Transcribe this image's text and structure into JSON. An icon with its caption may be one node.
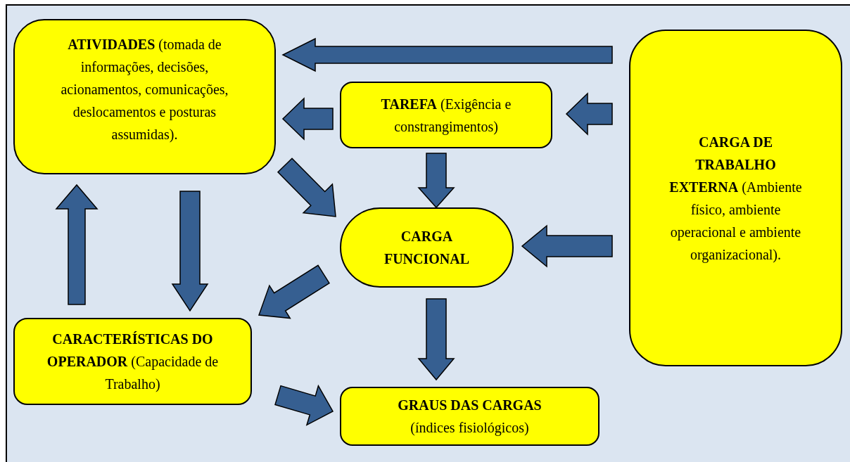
{
  "diagram": {
    "nodes": [
      {
        "text": [
          "**ATIVIDADES** (tomada de informações, decisões, acionamentos, comunicações, deslocamentos e posturas assumidas)."
        ]
      },
      {
        "text": [
          "**TAREFA** (Exigência e constrangimentos)"
        ]
      },
      {
        "text": [
          "**CARGA DE TRABALHO EXTERNA** (Ambiente físico, ambiente operacional e ambiente organizacional)."
        ]
      },
      {
        "text": [
          "CARGA FUNCIONAL"
        ]
      },
      {
        "text": [
          "**CARACTERÍSTICAS DO OPERADOR** (Capacidade de Trabalho)"
        ]
      },
      {
        "text": [
          "**GRAUS DAS CARGAS** (índices fisiológicos)"
        ]
      }
    ],
    "edges": [
      {
        "from": 2,
        "to": 0,
        "arrow": "to"
      },
      {
        "from": 2,
        "to": 1,
        "arrow": "to"
      },
      {
        "from": 1,
        "to": 0,
        "arrow": "to"
      },
      {
        "from": 0,
        "to": 3,
        "arrow": "to"
      },
      {
        "from": 1,
        "to": 3,
        "arrow": "to"
      },
      {
        "from": 2,
        "to": 3,
        "arrow": "to"
      },
      {
        "from": 0,
        "to": 4,
        "arrow": "to"
      },
      {
        "from": 4,
        "to": 0,
        "arrow": "to"
      },
      {
        "from": 3,
        "to": 4,
        "arrow": "to"
      },
      {
        "from": 3,
        "to": 5,
        "arrow": "to"
      },
      {
        "from": 4,
        "to": 5,
        "arrow": "to"
      }
    ]
  }
}
